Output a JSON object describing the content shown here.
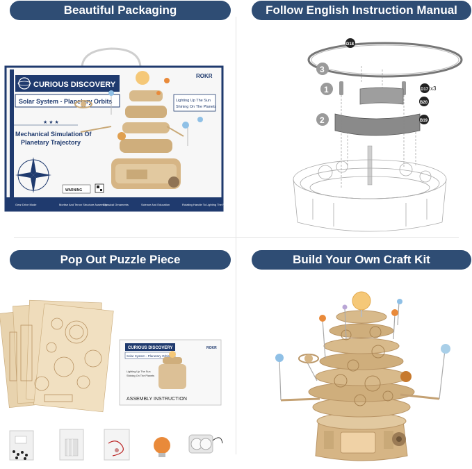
{
  "panels": {
    "packaging": {
      "heading": "Beautiful Packaging",
      "box": {
        "brand_title": "CURIOUS DISCOVERY",
        "product_name": "Solar System - Planetary Orbits",
        "logo": "ROKR",
        "tagline_line1": "Mechanical Simulation Of",
        "tagline_line2": "Planetary Trajectory",
        "callout_line1": "Lighting Up The Sun",
        "callout_line2": "Shining On The Planets",
        "warning": "WARNING",
        "features": [
          "Gear Drive Mode",
          "Mortise And Tenon Structure Assembly",
          "Classical Ornaments",
          "Science And Education",
          "Rotating Handle To Lighting The Planet"
        ]
      }
    },
    "manual": {
      "heading": "Follow English Instruction Manual",
      "steps": [
        "1",
        "2",
        "3"
      ],
      "parts": [
        "D18",
        "D17",
        "x3",
        "B20",
        "B19"
      ]
    },
    "puzzle": {
      "heading": "Pop Out Puzzle Piece",
      "booklet": {
        "brand_title": "CURIOUS DISCOVERY",
        "logo": "ROKR",
        "product_name": "Solar System - Planetary Orbits",
        "callout_line1": "Lighting Up The Sun",
        "callout_line2": "Shining On The Planets",
        "footer": "ASSEMBLY INSTRUCTION"
      }
    },
    "craft": {
      "heading": "Build Your Own Craft Kit"
    }
  },
  "icons": [
    "compass-rose-icon",
    "qr-code-icon",
    "warning-icon"
  ],
  "colors": {
    "pill": "#2f4d74",
    "box_navy": "#1f3a6e",
    "wood": "#e2c9a0",
    "wood_dark": "#b99566",
    "sun": "#f5c878",
    "orange": "#e98a3a",
    "blue_planet": "#8fc0e6"
  }
}
